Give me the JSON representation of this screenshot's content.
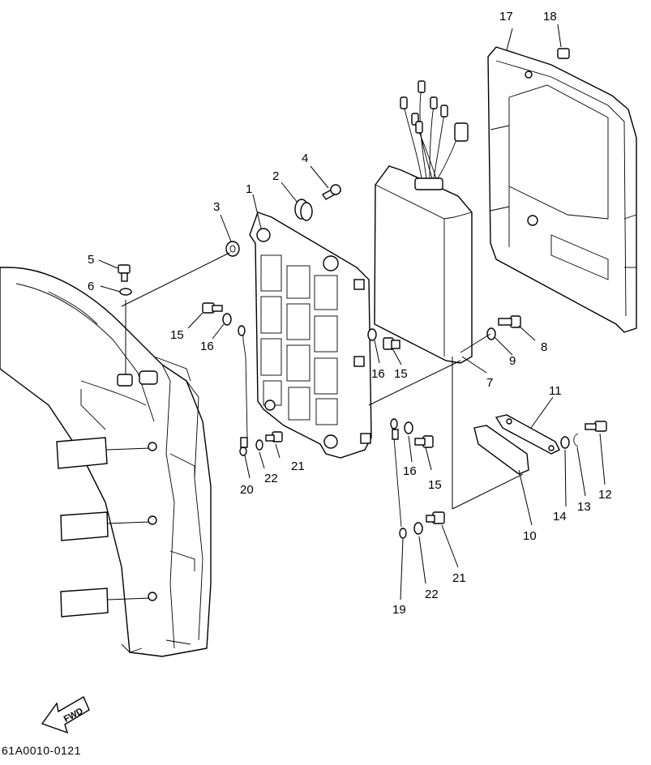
{
  "callouts": {
    "n1": "1",
    "n2": "2",
    "n3": "3",
    "n4": "4",
    "n5": "5",
    "n6": "6",
    "n7": "7",
    "n8": "8",
    "n9": "9",
    "n10": "10",
    "n11": "11",
    "n12": "12",
    "n13": "13",
    "n14": "14",
    "n15a": "15",
    "n15b": "15",
    "n15c": "15",
    "n16a": "16",
    "n16b": "16",
    "n16c": "16",
    "n17": "17",
    "n18": "18",
    "n19": "19",
    "n20": "20",
    "n21a": "21",
    "n21b": "21",
    "n22a": "22",
    "n22b": "22"
  },
  "fwd_label": "FWD",
  "diagram_code": "61A0010-0121"
}
